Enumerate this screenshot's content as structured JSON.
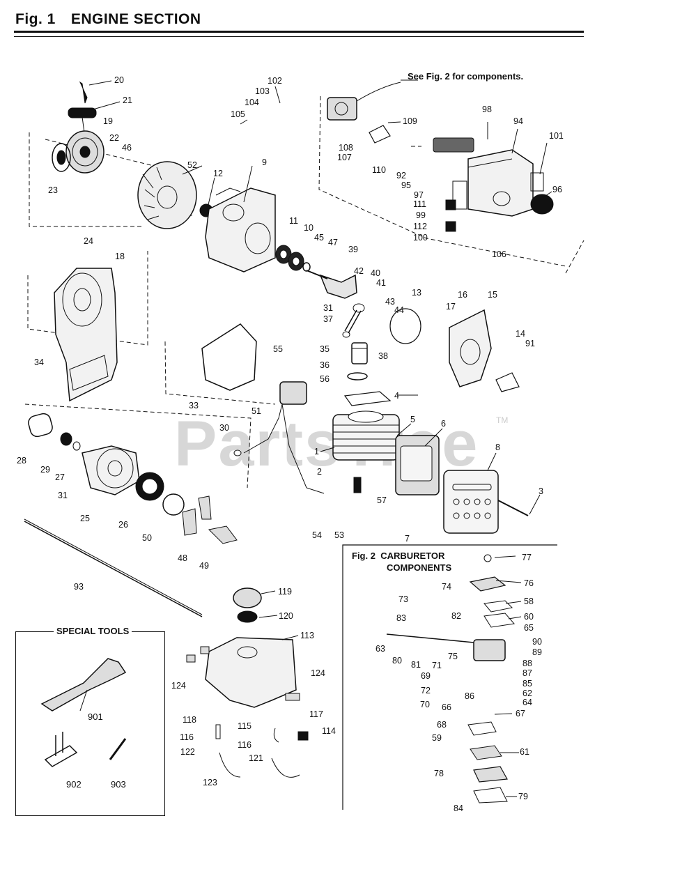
{
  "figure": {
    "number_label": "Fig. 1",
    "title": "ENGINE SECTION",
    "see_also_note": "See Fig. 2 for components."
  },
  "watermark": {
    "text": "PartsTree",
    "trademark": "TM"
  },
  "fig2": {
    "number_label": "Fig. 2",
    "title_line1": "CARBURETOR",
    "title_line2": "COMPONENTS"
  },
  "special_tools": {
    "title": "SPECIAL TOOLS",
    "labels": [
      "901",
      "902",
      "903"
    ]
  },
  "colors": {
    "ink": "#111111",
    "paper": "#ffffff",
    "watermark": "#d7d7d7"
  },
  "part_labels": [
    "20",
    "21",
    "19",
    "22",
    "46",
    "23",
    "52",
    "12",
    "9",
    "102",
    "103",
    "104",
    "105",
    "11",
    "10",
    "45",
    "47",
    "39",
    "24",
    "18",
    "34",
    "42",
    "40",
    "41",
    "43",
    "44",
    "13",
    "31",
    "37",
    "35",
    "38",
    "36",
    "55",
    "56",
    "33",
    "51",
    "4",
    "5",
    "6",
    "30",
    "1",
    "2",
    "57",
    "8",
    "3",
    "54",
    "53",
    "7",
    "28",
    "29",
    "27",
    "31",
    "25",
    "26",
    "50",
    "48",
    "49",
    "93",
    "119",
    "120",
    "113",
    "124",
    "124",
    "118",
    "115",
    "117",
    "114",
    "116",
    "116",
    "122",
    "121",
    "123",
    "108",
    "107",
    "109",
    "110",
    "92",
    "95",
    "97",
    "98",
    "94",
    "101",
    "96",
    "111",
    "99",
    "112",
    "100",
    "106",
    "17",
    "16",
    "15",
    "14",
    "91",
    "77",
    "76",
    "74",
    "73",
    "58",
    "60",
    "83",
    "82",
    "65",
    "63",
    "80",
    "81",
    "75",
    "90",
    "89",
    "88",
    "71",
    "69",
    "87",
    "85",
    "72",
    "62",
    "70",
    "86",
    "64",
    "66",
    "67",
    "68",
    "59",
    "61",
    "78",
    "79",
    "84"
  ]
}
